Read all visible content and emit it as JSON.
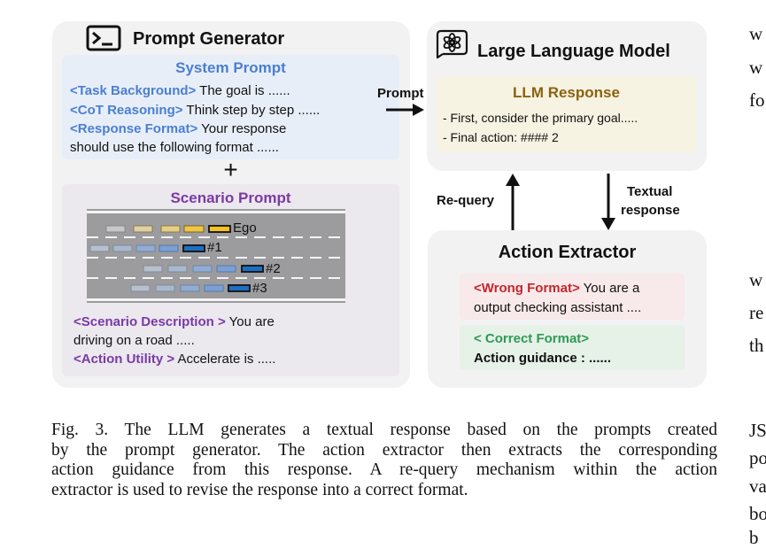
{
  "prompt_generator": {
    "title": "Prompt Generator",
    "icon": "terminal-icon",
    "system_prompt": {
      "title": "System Prompt",
      "line1_tag": "<Task Background>",
      "line1_text": " The goal is ......",
      "line2_tag": "<CoT Reasoning>",
      "line2_text": " Think step by step ......",
      "line3_tag": "<Response Format>",
      "line3_text": " Your response",
      "line4_text": "should use the following format ......"
    },
    "plus": "+",
    "scenario_prompt": {
      "title": "Scenario Prompt",
      "vehicle_labels": [
        "Ego",
        "#1",
        "#2",
        "#3"
      ],
      "desc_tag": "<Scenario Description >",
      "desc_text": " You are",
      "desc_text2": "driving on a road .....",
      "action_tag": "<Action Utility >",
      "action_text": " Accelerate is ....."
    }
  },
  "arrows": {
    "prompt": "Prompt",
    "requery": "Re-query",
    "textual": "Textual",
    "response": "response"
  },
  "llm": {
    "title": "Large Language Model",
    "icon": "openai-logo-icon",
    "response_title": "LLM Response",
    "line1": "- First, consider the primary goal.....",
    "line2": "- Final action: #### 2"
  },
  "extractor": {
    "title": "Action Extractor",
    "wrong_tag": "<Wrong Format>",
    "wrong_text": " You are a",
    "wrong_text2": "output checking assistant ....",
    "correct_tag": "< Correct Format>",
    "correct_text": "Action guidance : ......"
  },
  "caption": {
    "line1": "Fig. 3.  The LLM generates a textual response based on the prompts created",
    "line2": "by the prompt generator. The action extractor then extracts the corresponding",
    "line3": "action guidance from this response. A re-query mechanism within the action",
    "line4": "extractor is used to revise the response into a correct format."
  },
  "right_column_fragments": [
    "w",
    "w",
    "fo",
    "w",
    "re",
    "th",
    "JS",
    "po",
    "va",
    "bo",
    "b"
  ],
  "colors": {
    "panel": "#f2f2f3",
    "system_box": "#e8eef8",
    "scenario_box": "#ebe8ee",
    "llm_response_box": "#f7f3e2",
    "wrong_box": "#f8e9ea",
    "correct_box": "#e6f1e8"
  }
}
